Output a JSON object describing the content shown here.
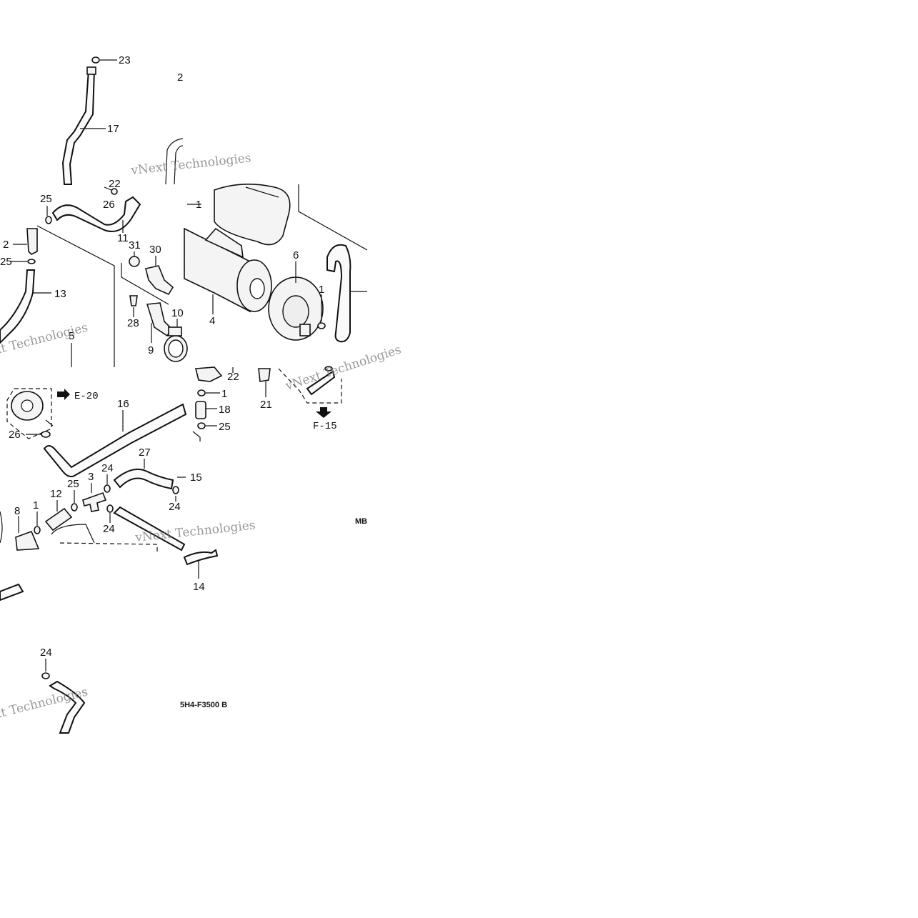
{
  "diagram": {
    "callouts": [
      {
        "id": "c23a",
        "text": "23"
      },
      {
        "id": "c2top",
        "text": "2"
      },
      {
        "id": "c17",
        "text": "17"
      },
      {
        "id": "c22a",
        "text": "22"
      },
      {
        "id": "c26a",
        "text": "26"
      },
      {
        "id": "c25a",
        "text": "25"
      },
      {
        "id": "c1a",
        "text": "1"
      },
      {
        "id": "c11",
        "text": "11"
      },
      {
        "id": "c2",
        "text": "2"
      },
      {
        "id": "c31",
        "text": "31"
      },
      {
        "id": "c30",
        "text": "30"
      },
      {
        "id": "c25b",
        "text": "25"
      },
      {
        "id": "c6",
        "text": "6"
      },
      {
        "id": "c13",
        "text": "13"
      },
      {
        "id": "c1b",
        "text": "1"
      },
      {
        "id": "c28",
        "text": "28"
      },
      {
        "id": "c4",
        "text": "4"
      },
      {
        "id": "c10",
        "text": "10"
      },
      {
        "id": "c5",
        "text": "5"
      },
      {
        "id": "c9",
        "text": "9"
      },
      {
        "id": "c22b",
        "text": "22"
      },
      {
        "id": "c1c",
        "text": "1"
      },
      {
        "id": "c21",
        "text": "21"
      },
      {
        "id": "c16",
        "text": "16"
      },
      {
        "id": "c18",
        "text": "18"
      },
      {
        "id": "c26b",
        "text": "26"
      },
      {
        "id": "c25c",
        "text": "25"
      },
      {
        "id": "c27",
        "text": "27"
      },
      {
        "id": "c3",
        "text": "3"
      },
      {
        "id": "c24a",
        "text": "24"
      },
      {
        "id": "c15",
        "text": "15"
      },
      {
        "id": "c12",
        "text": "12"
      },
      {
        "id": "c25d",
        "text": "25"
      },
      {
        "id": "c24b",
        "text": "24"
      },
      {
        "id": "c8",
        "text": "8"
      },
      {
        "id": "c1d",
        "text": "1"
      },
      {
        "id": "c24c",
        "text": "24"
      },
      {
        "id": "c14",
        "text": "14"
      },
      {
        "id": "c24d",
        "text": "24"
      }
    ],
    "references": [
      {
        "id": "r1",
        "text": "E-20"
      },
      {
        "id": "r2",
        "text": "F-15"
      }
    ],
    "codes": [
      {
        "id": "k1",
        "text": "MB"
      },
      {
        "id": "k2",
        "text": "5H4-F3500 B"
      }
    ],
    "watermarks": [
      {
        "id": "w1",
        "text": "vNext Technologies"
      },
      {
        "id": "w2",
        "text": "vNext Technologies"
      },
      {
        "id": "w3",
        "text": "vNext Technologies"
      },
      {
        "id": "w4",
        "text": "vNext Technologies"
      },
      {
        "id": "w5",
        "text": "vNext Technologies"
      }
    ]
  }
}
